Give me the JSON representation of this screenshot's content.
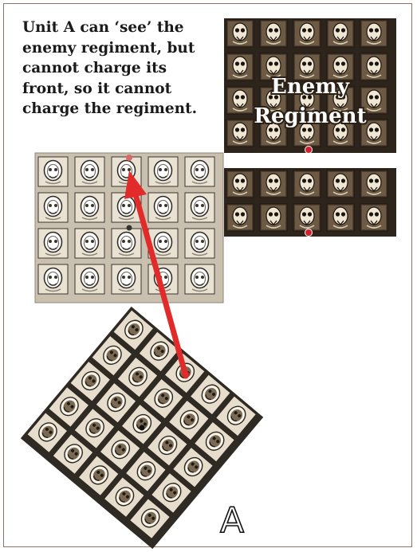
{
  "caption": "Unit A can ‘see’ the\nenemy regiment, but\ncannot charge  its\nfront, so it cannot\ncharge the regiment.",
  "enemy_label_line1": "Enemy",
  "enemy_label_line2": "Regiment",
  "unit_letter": "A",
  "units": {
    "enemy_upper": {
      "cols": 5,
      "rows": 4,
      "theme": "dark"
    },
    "enemy_lower": {
      "cols": 5,
      "rows": 2,
      "theme": "dark"
    },
    "friendly_block": {
      "cols": 5,
      "rows": 4,
      "theme": "light"
    },
    "unit_a": {
      "cols": 5,
      "rows": 5,
      "theme": "light",
      "rotation_deg": 40
    }
  },
  "colors": {
    "dark_base": "#3a2f24",
    "dark_tile": "#5b4a38",
    "light_base": "#d9d1c2",
    "light_tile": "#efe9dc",
    "marker_red": "#d21f2b",
    "arrow_red": "#e12a2a",
    "center_dot": "#222222"
  }
}
